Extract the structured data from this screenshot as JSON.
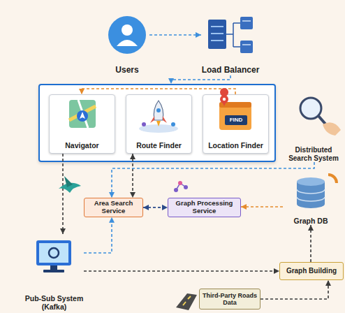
{
  "diagram": {
    "nodes": [
      {
        "text": [
          "Users"
        ]
      },
      {
        "text": [
          "Load Balancer"
        ]
      },
      {
        "text": []
      },
      {
        "text": [
          "Navigator"
        ],
        "in": 2
      },
      {
        "text": [
          "Route Finder"
        ],
        "in": 2
      },
      {
        "text": [
          "Location Finder"
        ],
        "in": 2
      },
      {
        "text": [
          "Distributed Search System"
        ]
      },
      {
        "text": [
          "Area Search Service"
        ]
      },
      {
        "text": [
          "Graph Processing Service"
        ]
      },
      {
        "text": [
          "Graph DB"
        ]
      },
      {
        "text": [
          "Pub-Sub System (Kafka)"
        ]
      },
      {
        "text": [
          "Graph Building"
        ]
      },
      {
        "text": [
          "Third-Party Roads Data"
        ]
      }
    ],
    "edges": [
      {
        "from": 0,
        "to": 1,
        "arrow": "to"
      },
      {
        "from": 1,
        "to": 2,
        "arrow": "to"
      },
      {
        "from": 5,
        "to": 3,
        "arrow": "to"
      },
      {
        "from": 3,
        "to": 10,
        "arrow": "to"
      },
      {
        "from": 4,
        "to": 7,
        "arrow": "both"
      },
      {
        "from": 6,
        "to": 7,
        "arrow": "to"
      },
      {
        "from": 7,
        "to": 8,
        "arrow": "both"
      },
      {
        "from": 9,
        "to": 8,
        "arrow": "to"
      },
      {
        "from": 10,
        "to": 7,
        "arrow": "to"
      },
      {
        "from": 10,
        "to": 11,
        "arrow": "to"
      },
      {
        "from": 11,
        "to": 9,
        "arrow": "to"
      },
      {
        "from": 12,
        "to": 11,
        "arrow": "to"
      }
    ],
    "labels": [
      "FIND"
    ]
  }
}
